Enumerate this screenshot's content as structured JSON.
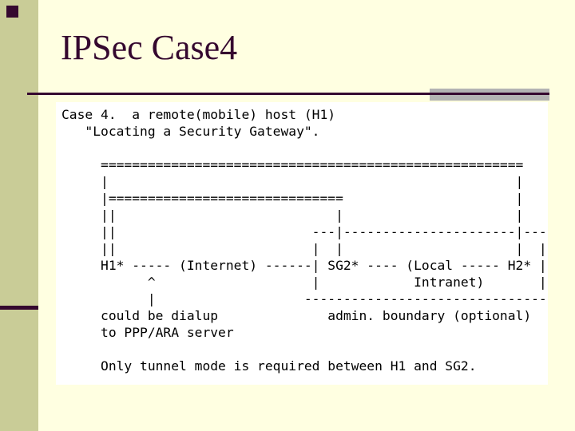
{
  "slide": {
    "title": "IPSec Case4",
    "colors": {
      "background": "#FFFFE1",
      "accent_band": "#C9CC97",
      "accent_dark": "#35082F",
      "underline_shadow": "#B3B3B3",
      "panel_background": "#FFFFFF",
      "text": "#000000"
    }
  },
  "diagram": {
    "lines": [
      "Case 4.  a remote(mobile) host (H1)",
      "   \"Locating a Security Gateway\".",
      "",
      "     ======================================================",
      "     |                                                    |",
      "     |==============================                      |",
      "     ||                            |                      |",
      "     ||                         ---|----------------------|---",
      "     ||                         |  |                      |  |",
      "     H1* ----- (Internet) ------| SG2* ---- (Local ----- H2* |",
      "           ^                    |            Intranet)       |",
      "           |                   -------------------------------",
      "     could be dialup              admin. boundary (optional)",
      "     to PPP/ARA server",
      "",
      "     Only tunnel mode is required between H1 and SG2."
    ]
  }
}
